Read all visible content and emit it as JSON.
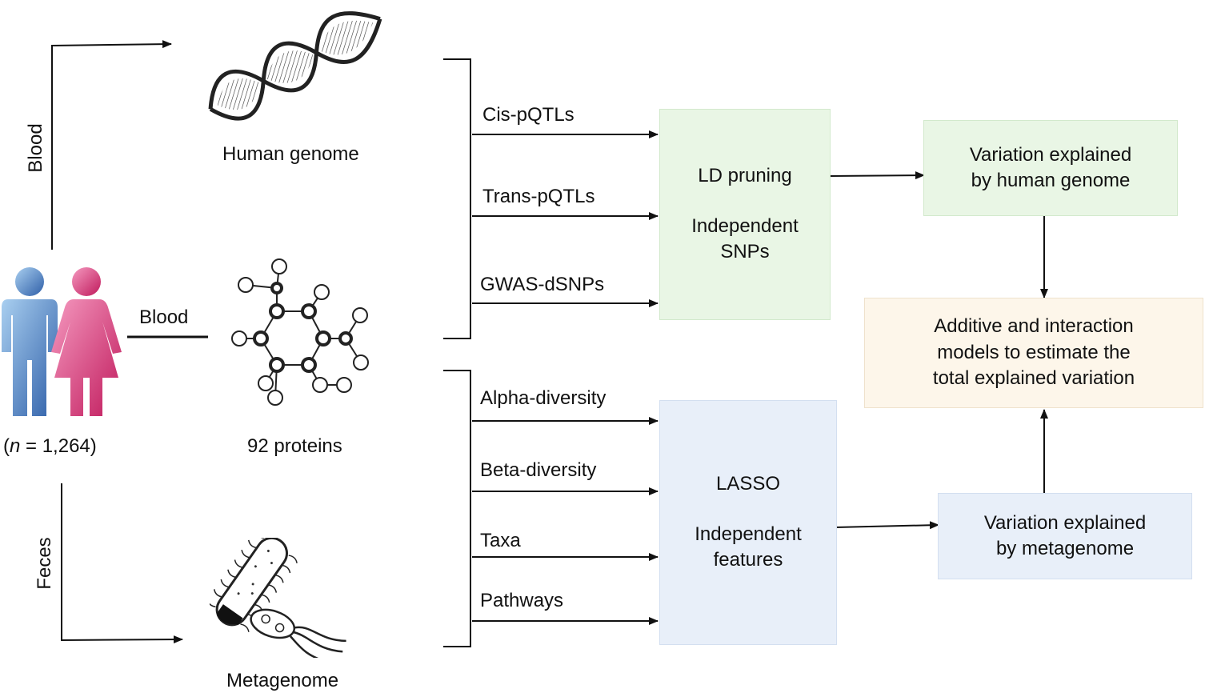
{
  "labels": {
    "blood_vertical": "Blood",
    "blood_horizontal": "Blood",
    "feces_vertical": "Feces",
    "human_genome": "Human genome",
    "proteins": "92 proteins",
    "metagenome": "Metagenome",
    "cohort_n_symbol": "n",
    "cohort_open": "(",
    "cohort_rest": " = 1,264)"
  },
  "genome_features": [
    "Cis-pQTLs",
    "Trans-pQTLs",
    "GWAS-dSNPs"
  ],
  "meta_features": [
    "Alpha-diversity",
    "Beta-diversity",
    "Taxa",
    "Pathways"
  ],
  "boxes": {
    "ld": {
      "line1": "LD pruning",
      "line2": "Independent",
      "line3": "SNPs"
    },
    "lasso": {
      "line1": "LASSO",
      "line2": "Independent",
      "line3": "features"
    },
    "genome_var": {
      "line1": "Variation explained",
      "line2": "by human genome"
    },
    "meta_var": {
      "line1": "Variation explained",
      "line2": "by metagenome"
    },
    "additive": {
      "line1": "Additive and interaction",
      "line2": "models to estimate the",
      "line3": "total explained variation"
    }
  },
  "colors": {
    "green_box": "#e9f6e5",
    "blue_box": "#e8eff9",
    "peach_box": "#fdf6ea",
    "male_figure": "#4a86c8",
    "female_figure": "#e0307a"
  }
}
